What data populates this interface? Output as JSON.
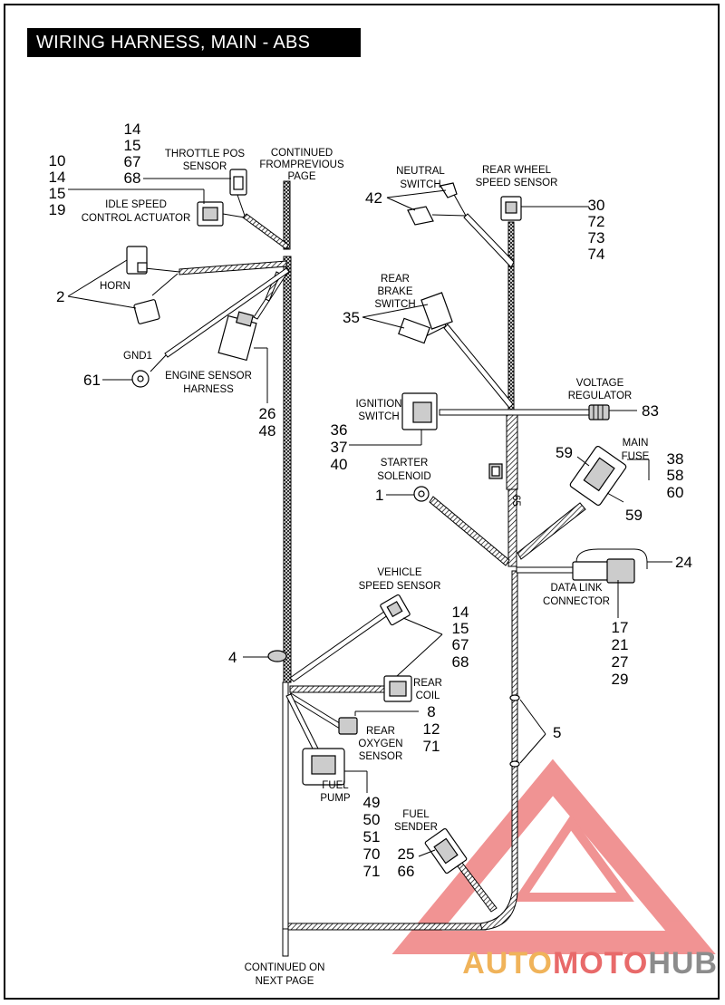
{
  "title": "WIRING HARNESS, MAIN - ABS",
  "labels": {
    "continued_from": [
      "CONTINUED",
      "FROMPREVIOUS",
      "PAGE"
    ],
    "throttle_pos_sensor": [
      "THROTTLE POS",
      "SENSOR"
    ],
    "idle_speed": [
      "IDLE  SPEED",
      "CONTROL  ACTUATOR"
    ],
    "horn": "HORN",
    "gnd1": "GND1",
    "engine_sensor_harness": [
      "ENGINE SENSOR",
      "HARNESS"
    ],
    "neutral_switch": [
      "NEUTRAL",
      "SWITCH"
    ],
    "rear_wheel_speed_sensor": [
      "REAR  WHEEL",
      "SPEED SENSOR"
    ],
    "rear_brake_switch": [
      "REAR",
      "BRAKE",
      "SWITCH"
    ],
    "ignition_switch": [
      "IGNITION",
      "SWITCH"
    ],
    "voltage_regulator": [
      "VOLTAGE",
      "REGULATOR"
    ],
    "main_fuse": [
      "MAIN",
      "FUSE"
    ],
    "starter_solenoid": [
      "STARTER",
      "SOLENOID"
    ],
    "data_link_connector": [
      "DATA LINK",
      "CONNECTOR"
    ],
    "vehicle_speed_sensor": [
      "VEHICLE",
      "SPEED SENSOR"
    ],
    "rear_coil": [
      "REAR",
      "COIL"
    ],
    "rear_oxygen_sensor": [
      "REAR",
      "OXYGEN",
      "SENSOR"
    ],
    "fuel_pump": [
      "FUEL",
      "PUMP"
    ],
    "fuel_sender": [
      "FUEL",
      "SENDER"
    ],
    "continued_on": [
      "CONTINUED ON",
      "NEXT PAGE"
    ],
    "harness_mark": "65"
  },
  "callouts": {
    "throttle": [
      "14",
      "15",
      "67",
      "68"
    ],
    "idle": [
      "10",
      "14",
      "15",
      "19"
    ],
    "horn": "2",
    "gnd": "61",
    "engine_sensor": [
      "26",
      "48"
    ],
    "neutral": "42",
    "rear_wheel": [
      "30",
      "72",
      "73",
      "74"
    ],
    "brake": "35",
    "ignition": [
      "36",
      "37",
      "40"
    ],
    "voltage": "83",
    "fuse_top": "59",
    "fuse_bottom": "59",
    "main_fuse": [
      "38",
      "58",
      "60"
    ],
    "starter": "1",
    "data_link_top": "24",
    "data_link": [
      "17",
      "21",
      "27",
      "29"
    ],
    "clip": "4",
    "vehicle_speed": [
      "14",
      "15",
      "67",
      "68"
    ],
    "tie": "5",
    "oxygen": [
      "8",
      "12",
      "71"
    ],
    "fuel_pump": [
      "49",
      "50",
      "51",
      "70",
      "71"
    ],
    "fuel_sender": [
      "25",
      "66"
    ]
  },
  "watermark": {
    "part1": "AUTO",
    "part2": "MOTO",
    "part3": "HUB"
  }
}
